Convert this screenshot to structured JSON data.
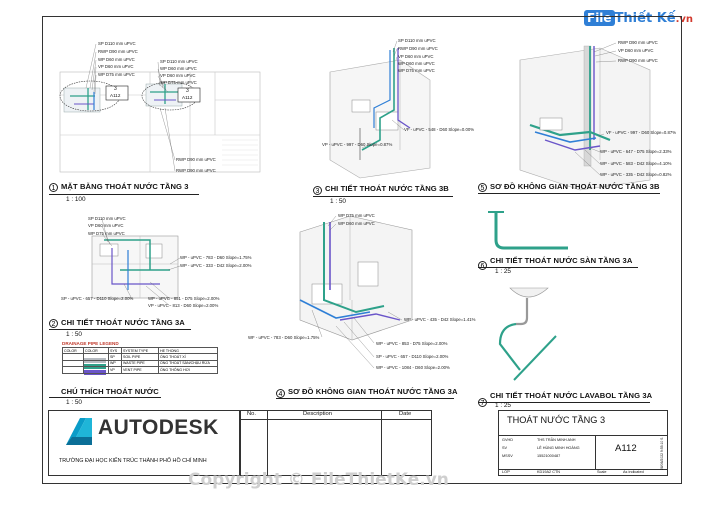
{
  "watermark_top": {
    "badge": "File",
    "text": "Thiết Kế",
    "suffix": ".vn"
  },
  "watermark_bottom": "Copyright © FileThietKe.vn",
  "colors": {
    "drain_gray": "#9aa3ad",
    "waste_green": "#2ea18a",
    "vent_purple": "#6a55c9",
    "accent_blue": "#2f7fd6",
    "autodesk_teal": "#0a9cc8"
  },
  "views": [
    {
      "number": "1",
      "title": "MẶT BẰNG THOÁT NƯỚC TẦNG 3",
      "scale": "1 : 100"
    },
    {
      "number": "2",
      "title": "CHI TIẾT THOÁT NƯỚC TẦNG 3A",
      "scale": "1 : 50"
    },
    {
      "number": "3",
      "title": "CHI TIẾT THOÁT NƯỚC TẦNG 3B",
      "scale": "1 : 50"
    },
    {
      "number": "4",
      "title": "SƠ ĐỒ KHÔNG GIAN THOÁT NƯỚC TẦNG 3A",
      "scale": ""
    },
    {
      "number": "5",
      "title": "SƠ ĐỒ KHÔNG GIAN THOÁT NƯỚC TẦNG 3B",
      "scale": ""
    },
    {
      "number": "6",
      "title": "CHI TIẾT  THOÁT NƯỚC SÀN TẦNG 3A",
      "scale": "1 : 25"
    },
    {
      "number": "7",
      "title": "CHI TIẾT THOÁT NƯỚC LAVABOL TẦNG 3A",
      "scale": "1 : 25"
    },
    {
      "number": "",
      "title": "CHÚ THÍCH THOÁT NƯỚC",
      "scale": "1 : 50"
    }
  ],
  "plan_labels": [
    "SP D110 mm uPVC",
    "RWP D90 mm uPVC",
    "WP D60 mm uPVC",
    "VP D60 mm uPVC",
    "WP D75 mm uPVC",
    "SP D110 mm uPVC",
    "WP D60 mm uPVC",
    "VP D60 mm uPVC",
    "WP D75 mm uPVC",
    "RWP D90 mm uPVC",
    "RWP D90 mm uPVC"
  ],
  "plan_tags": [
    "3",
    "A112",
    "3",
    "A112"
  ],
  "view3_labels": [
    "SP D110 mm uPVC",
    "RWP D90 mm uPVC",
    "VP D60 mm uPVC",
    "WP D60 mm uPVC",
    "WP D75 mm uPVC",
    "VF - uPVC - 548 - D60 Slope=0.00%",
    "VP - uPVC - 997 - D60 Slope=0.87%"
  ],
  "view5_labels": [
    "RWP D90 mm uPVC",
    "VP D60 mm uPVC",
    "RWP D90 mm uPVC",
    "VF - uPVC - 997 - D60 Slope=0.87%",
    "WP - uPVC - 647 - D75 Slope=2.33%",
    "WP - uPVC - 583 - D42 Slope=4.10%",
    "WP - uPVC - 335 - D42 Slope=0.82%"
  ],
  "view2_labels": [
    "SP D110 mm uPVC",
    "VP D60 mm uPVC",
    "WP D75 mm uPVC",
    "WP - uPVC - 783 - D60 Slope=1.75%",
    "WP - uPVC - 333 - D42 Slope=2.00%",
    "SP - uPVC - 657 - D110 Slope=2.00%",
    "WP - uPVC - 851 - D75 Slope=2.00%",
    "VP - uPVC - 813 - D60 Slope=2.00%"
  ],
  "view4_labels": [
    "WP D75 mm uPVC",
    "WP D60 mm uPVC",
    "WP - uPVC - 435 - D42 Slope=1.41%",
    "WF - uPVC - 783 - D60 Slope=1.75%",
    "WP - uPVC - 853 - D75 Slope=2.00%",
    "SP - uPVC - 657 - D110 Slope=2.00%",
    "WP - uPVC - 1084 - D60 Slope=2.00%"
  ],
  "legend": {
    "title": "DRAINAGE PIPE LEGEND",
    "headers": [
      "COLOR",
      "COLOR",
      "SYS",
      "SYSTEM TYPE",
      "HE THONG"
    ],
    "rows": [
      {
        "code": "SP",
        "type": "SOIL PIPE",
        "vn": "ỐNG THOÁT XÍ",
        "color": "#b7bcc2"
      },
      {
        "code": "WP",
        "type": "WASTE PIPE",
        "vn": "ỐNG THOÁT SÀN/CHẬU RỬA",
        "color": "#2ea18a"
      },
      {
        "code": "VP",
        "type": "VENT PIPE",
        "vn": "ỐNG THÔNG HƠI",
        "color": "#6a55c9"
      }
    ]
  },
  "title_block": {
    "logo": "AUTODESK",
    "school": "TRƯỜNG ĐẠI HỌC KIẾN TRÚC THÀNH PHỐ HỒ CHÍ MINH",
    "rev_headers": [
      "No.",
      "Description",
      "Date"
    ],
    "sheet_name": "THOÁT NƯỚC TẦNG 3",
    "sheet_number": "A112",
    "rows": [
      {
        "k": "GVHD",
        "v": "THS TRẦN MINH ANH"
      },
      {
        "k": "SV",
        "v": "LÊ HÙNG MINH HOÀNG"
      },
      {
        "k": "MSSV",
        "v": "15521000487"
      },
      {
        "k": "LỚP",
        "v": "KD19A2 CTN",
        "k2": "Scale",
        "v2": "As indicated"
      }
    ],
    "date_vertical": "28/06/2022 9:55:10 S"
  }
}
